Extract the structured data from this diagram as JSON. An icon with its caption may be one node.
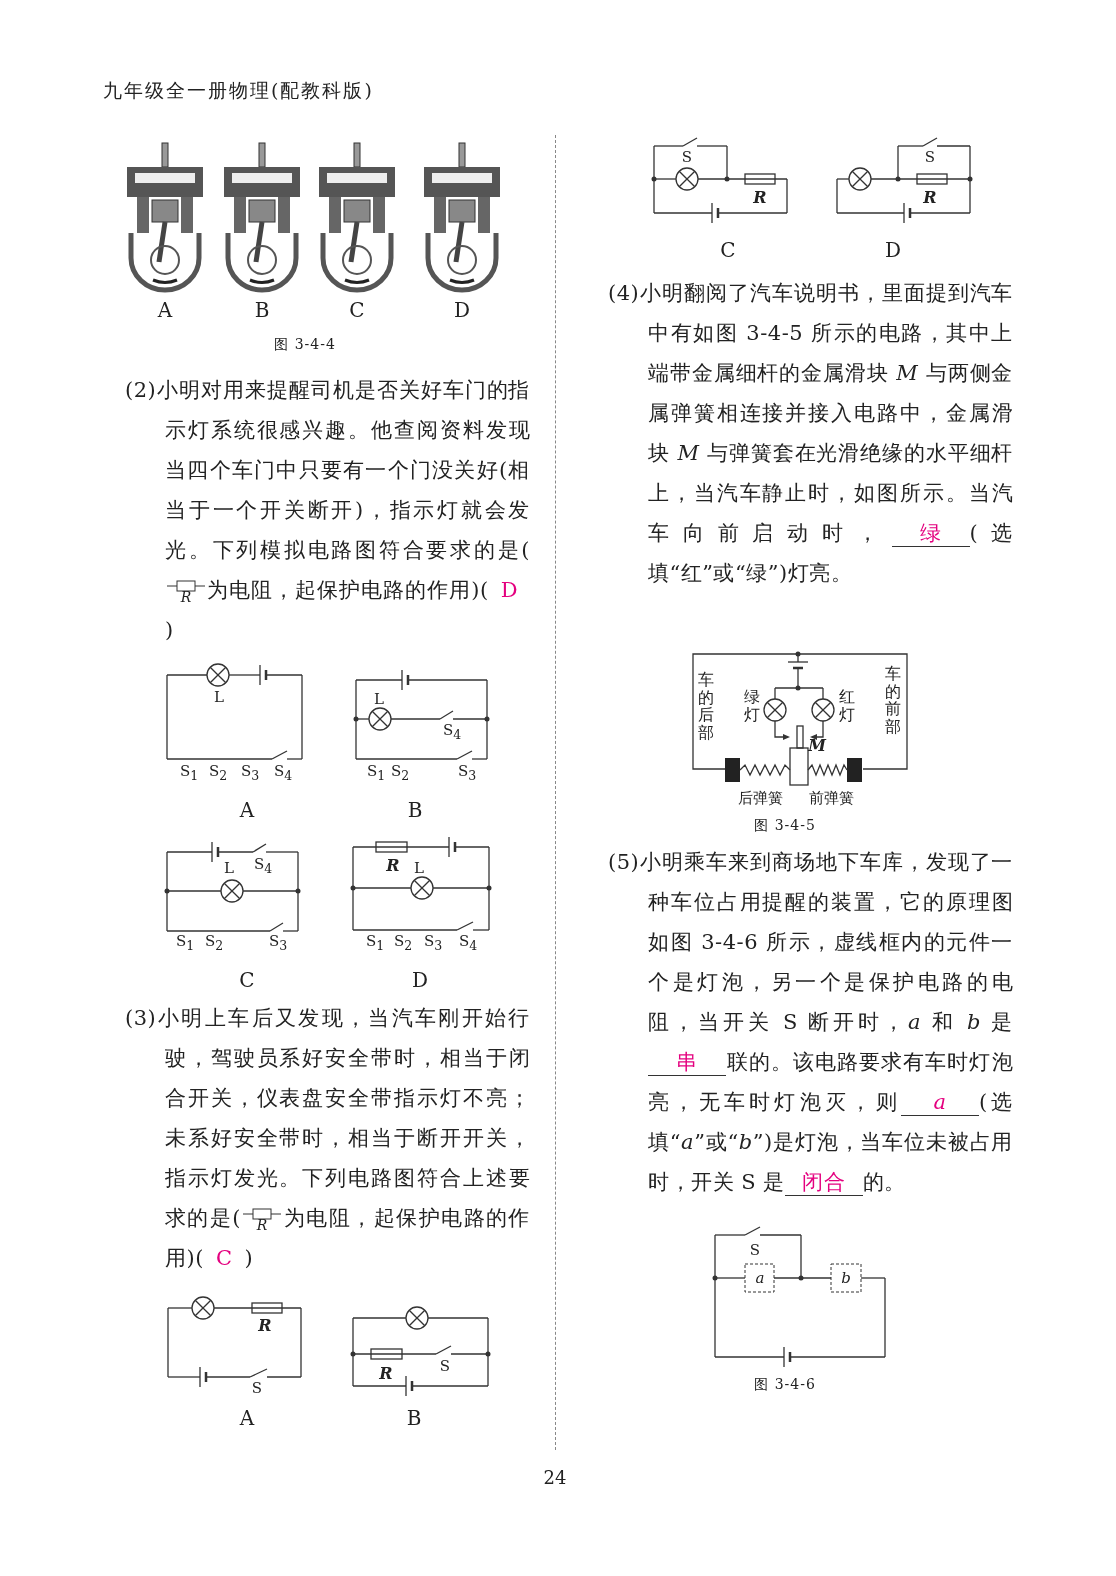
{
  "diagram": {
    "labels": [
      "九年级全一册物理(配教科版)",
      "A",
      "B",
      "C",
      "D",
      "图 3-4-4",
      "(2)小明对用来提醒司机是否关好车门的指示灯系统很感兴趣。他查阅资料发现当四个车门中只要有一个门没关好(相当于一个开关断开)，指示灯就会发光。下列模拟电路图符合要求的是(",
      "R",
      "为电阻，起保护电路的作用)(",
      "D",
      ")",
      "L",
      "S$_{1}$",
      "S$_{2}$",
      "S$_{3}$",
      "S$_{4}$",
      "A",
      "L",
      "S$_{4}$",
      "S$_{1}$",
      "S$_{2}$",
      "S$_{3}$",
      "B",
      "L",
      "S$_{4}$",
      "S$_{1}$",
      "S$_{2}$",
      "S$_{3}$",
      "C",
      "R",
      "L",
      "S$_{1}$",
      "S$_{2}$",
      "S$_{3}$",
      "S$_{4}$",
      "D",
      "(3)小明上车后又发现，当汽车刚开始行驶，驾驶员系好安全带时，相当于闭合开关，仪表盘安全带指示灯不亮；未系好安全带时，相当于断开开关，指示灯发光。下列电路图符合上述要求的是(",
      "R",
      "为电阻，起保护电路的作用)(",
      "C",
      ")",
      "R",
      "S",
      "A",
      "R",
      "S",
      "B",
      "S",
      "R",
      "C",
      "S",
      "R",
      "D",
      "(4)小明翻阅了汽车说明书，里面提到汽车中有如图 3-4-5 所示的电路，其中上端带金属细杆的金属滑块 *M* 与两侧金属弹簧相连接并接入电路中，金属滑块 *M* 与弹簧套在光滑绝缘的水平细杆上，当汽车静止时，如图所示。当汽车向前启动时，",
      "绿",
      "(选填“红”或“绿”)灯亮。",
      "车的后部",
      "绿灯",
      "红灯",
      "车的前部",
      "M",
      "后弹簧",
      "前弹簧",
      "图 3-4-5",
      "(5)小明乘车来到商场地下车库，发现了一种车位占用提醒的装置，它的原理图如图 3-4-6 所示，虚线框内的元件一个是灯泡，另一个是保护电路的电阻，当开关 S 断开时，*a* 和 *b* 是",
      "串",
      "联的。该电路要求有车时灯泡亮，无车时灯泡灭，则",
      "a",
      "(选填“*a*”或“*b*”)是灯泡，当车位未被占用时，开关 S 是",
      "闭合",
      "的。",
      "S",
      "a",
      "b",
      "图 3-4-6",
      "24"
    ]
  }
}
